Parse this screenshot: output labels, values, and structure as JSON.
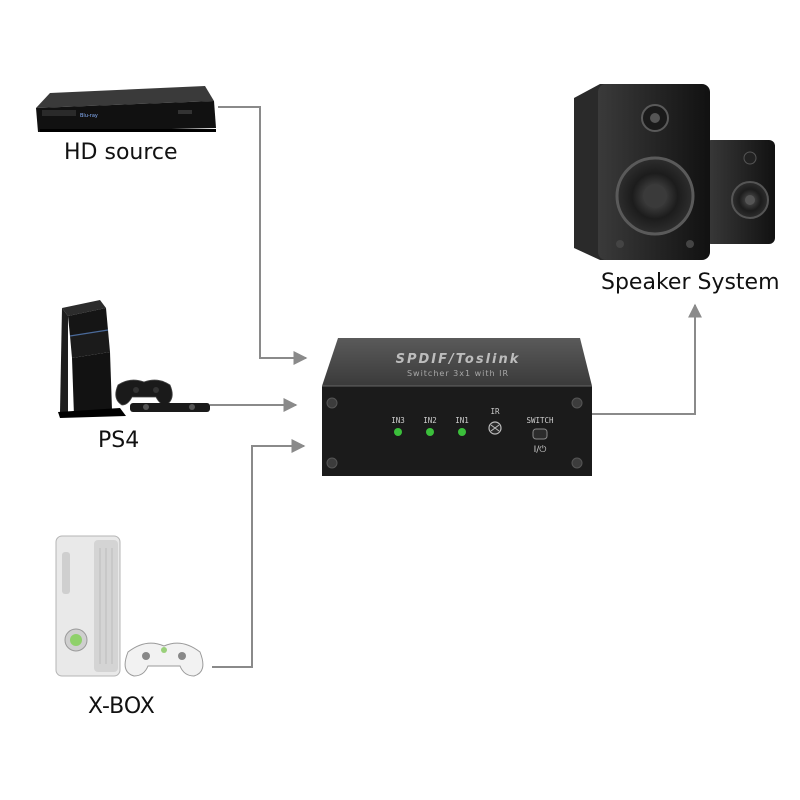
{
  "sources": [
    {
      "id": "hd",
      "label": "HD source",
      "icon": "blu-ray-player-icon"
    },
    {
      "id": "ps4",
      "label": "PS4",
      "icon": "playstation-console-icon"
    },
    {
      "id": "xbox",
      "label": "X-BOX",
      "icon": "xbox-console-icon"
    }
  ],
  "output": {
    "label": "Speaker System",
    "icon": "bookshelf-speakers-icon"
  },
  "switcher": {
    "title": "SPDIF/Toslink",
    "subtitle": "Switcher 3x1 with IR",
    "inputs": [
      "IN3",
      "IN2",
      "IN1"
    ],
    "ir_label": "IR",
    "switch_label": "SWITCH",
    "power_label": "I/⏻"
  },
  "colors": {
    "arrow": "#8a8a8a",
    "led": "#3bbf3b",
    "box_front": "#1b1b1b",
    "box_top": "#4a4a4a"
  }
}
